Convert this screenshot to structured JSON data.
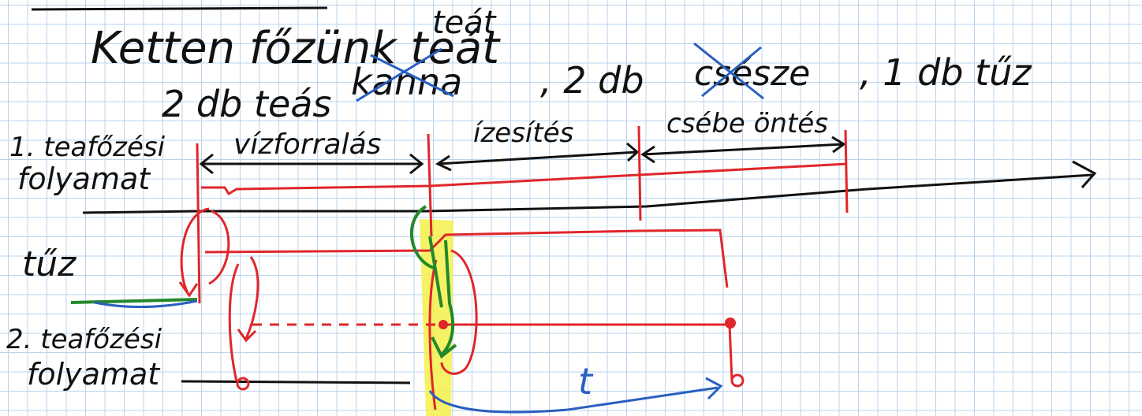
{
  "heading": {
    "title_line1": "Ketten főzünk teát",
    "title_line2_a": "2 db teás",
    "title_line2_struck": "kanna",
    "title_line2_b": ", 2 db",
    "title_line2_struck2": "csésze",
    "title_line2_c": ", 1 db tűz",
    "insert_teat": "teát",
    "insert_csebe": "csébe öntés"
  },
  "labels": {
    "process1_line1": "1. teafőzési",
    "process1_line2": "folyamat",
    "fire": "tűz",
    "process2_line1": "2. teafőzési",
    "process2_line2": "folyamat"
  },
  "phases": {
    "boil": "vízforralás",
    "flavor": "ízesítés",
    "pour": "csébe öntés"
  },
  "time_label": "t",
  "colors": {
    "ink": "#111111",
    "red": "#e0262b",
    "green": "#23882c",
    "blue": "#2a5fbf",
    "highlight": "#f4f04a",
    "grid": "#b9d4ef"
  }
}
